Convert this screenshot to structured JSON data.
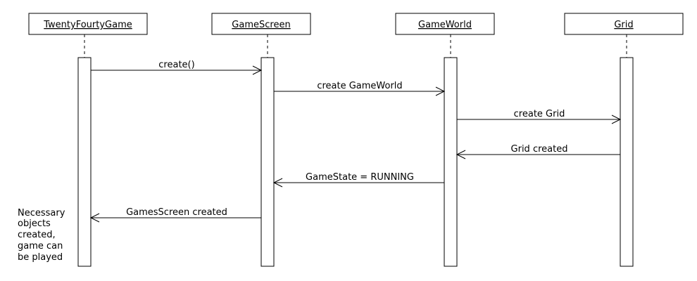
{
  "diagram": {
    "type": "sequence",
    "participants": [
      {
        "id": "tfg",
        "label": "TwentyFourtyGame"
      },
      {
        "id": "gs",
        "label": "GameScreen"
      },
      {
        "id": "gw",
        "label": "GameWorld"
      },
      {
        "id": "grid",
        "label": "Grid"
      }
    ],
    "messages": [
      {
        "from": "tfg",
        "to": "gs",
        "label": "create()"
      },
      {
        "from": "gs",
        "to": "gw",
        "label": "create GameWorld"
      },
      {
        "from": "gw",
        "to": "grid",
        "label": "create Grid"
      },
      {
        "from": "grid",
        "to": "gw",
        "label": "Grid created"
      },
      {
        "from": "gw",
        "to": "gs",
        "label": "GameState = RUNNING"
      },
      {
        "from": "gs",
        "to": "tfg",
        "label": "GamesScreen created"
      }
    ],
    "note": {
      "lines": [
        "Necessary",
        "objects",
        "created,",
        "game can",
        "be played"
      ]
    }
  }
}
